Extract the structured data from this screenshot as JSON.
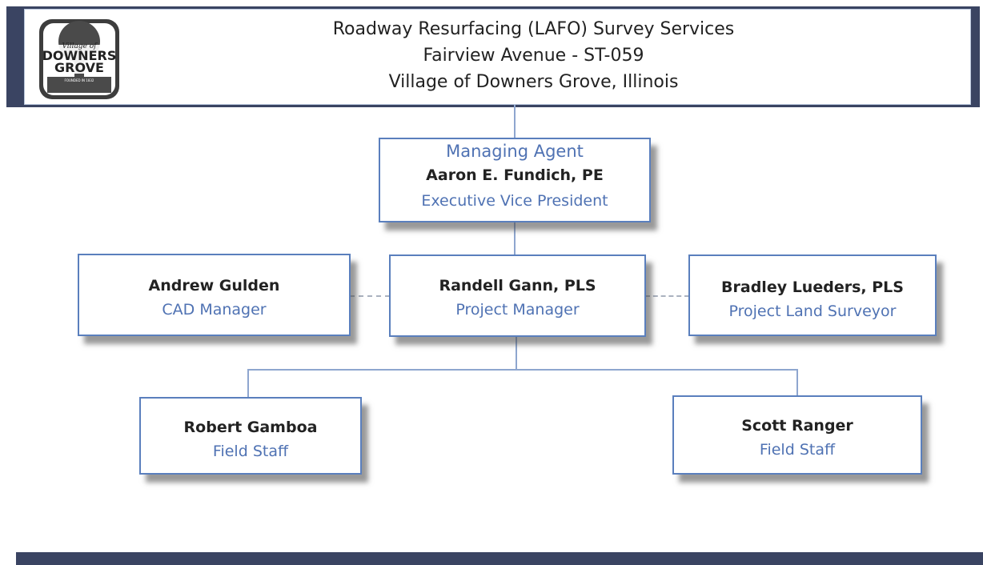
{
  "header": {
    "line1": "Roadway Resurfacing (LAFO) Survey Services",
    "line2": "Fairview Avenue - ST-059",
    "line3": "Village of Downers Grove, Illinois"
  },
  "logo": {
    "text_small": "Village of",
    "text_main1": "DOWNERS",
    "text_main2": "GROVE",
    "text_founded": "FOUNDED IN 1832"
  },
  "managing_agent": {
    "title": "Managing Agent",
    "name": "Aaron E. Fundich, PE",
    "role": "Executive Vice President"
  },
  "cad_manager": {
    "name": "Andrew Gulden",
    "role": "CAD Manager"
  },
  "project_manager": {
    "name": "Randell Gann, PLS",
    "role": "Project Manager"
  },
  "land_surveyor": {
    "name": "Bradley Lueders, PLS",
    "role": "Project Land Surveyor"
  },
  "field_staff_1": {
    "name": "Robert Gamboa",
    "role": "Field Staff"
  },
  "field_staff_2": {
    "name": "Scott Ranger",
    "role": "Field Staff"
  },
  "colors": {
    "header_bar": "#3a4462",
    "box_border": "#5a7fbd",
    "role_text": "#4f72b3",
    "connector": "#8ea6cf"
  }
}
